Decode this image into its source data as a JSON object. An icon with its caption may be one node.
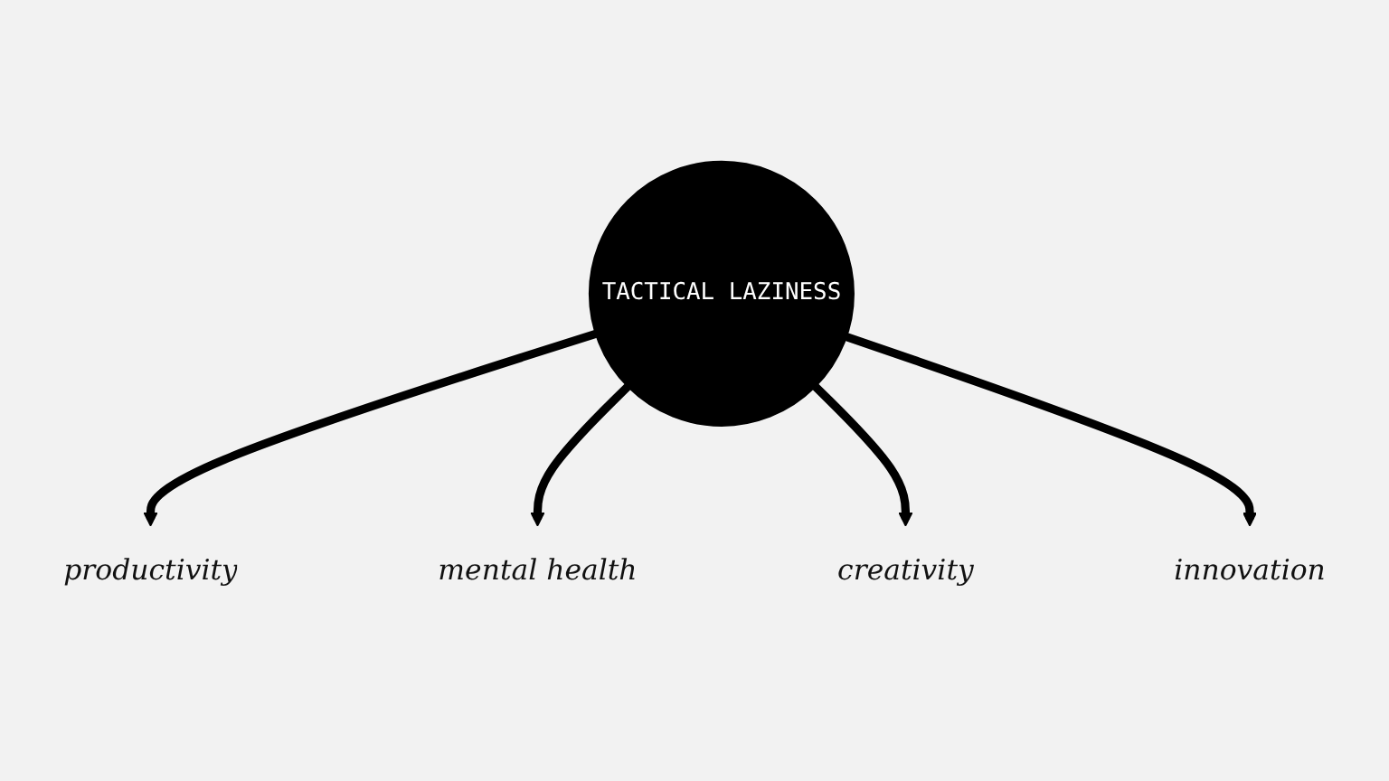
{
  "diagram": {
    "nodes": [
      {
        "text": [
          "TACTICAL LAZINESS"
        ]
      },
      {
        "text": [
          "productivity"
        ]
      },
      {
        "text": [
          "mental health"
        ]
      },
      {
        "text": [
          "creativity"
        ]
      },
      {
        "text": [
          "innovation"
        ]
      }
    ],
    "edges": [
      {
        "from": 0,
        "to": 1,
        "arrow": "to"
      },
      {
        "from": 0,
        "to": 2,
        "arrow": "to"
      },
      {
        "from": 0,
        "to": 3,
        "arrow": "to"
      },
      {
        "from": 0,
        "to": 4,
        "arrow": "to"
      }
    ]
  }
}
